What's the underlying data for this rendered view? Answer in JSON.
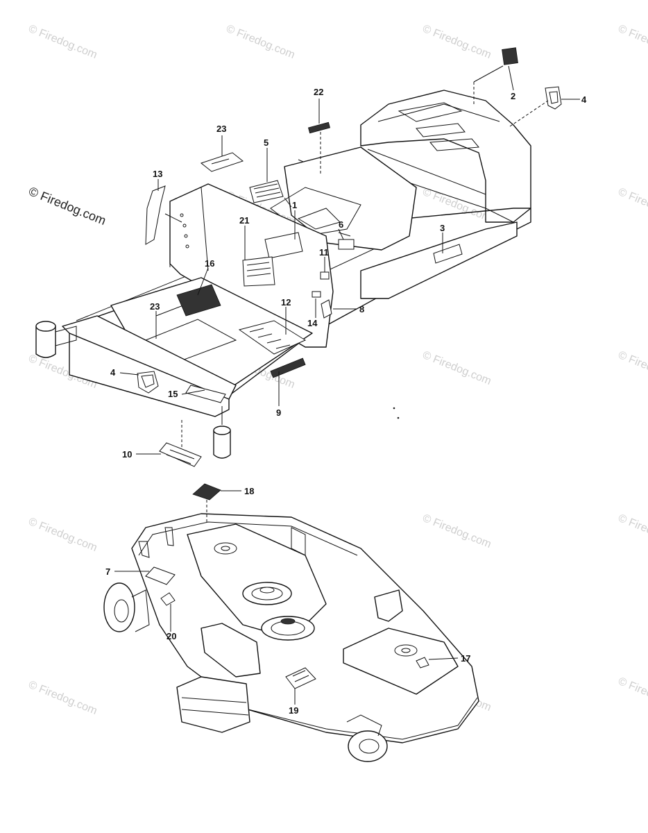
{
  "brand_watermark": "© Firedog.com",
  "watermark_text": "© Firedog.com",
  "callouts": {
    "c1": "1",
    "c2": "2",
    "c3": "3",
    "c4a": "4",
    "c4b": "4",
    "c5": "5",
    "c6": "6",
    "c7": "7",
    "c8": "8",
    "c9": "9",
    "c10": "10",
    "c11": "11",
    "c12": "12",
    "c13": "13",
    "c14": "14",
    "c15": "15",
    "c16": "16",
    "c17": "17",
    "c18": "18",
    "c19": "19",
    "c20": "20",
    "c21": "21",
    "c22": "22",
    "c23a": "23",
    "c23b": "23"
  }
}
